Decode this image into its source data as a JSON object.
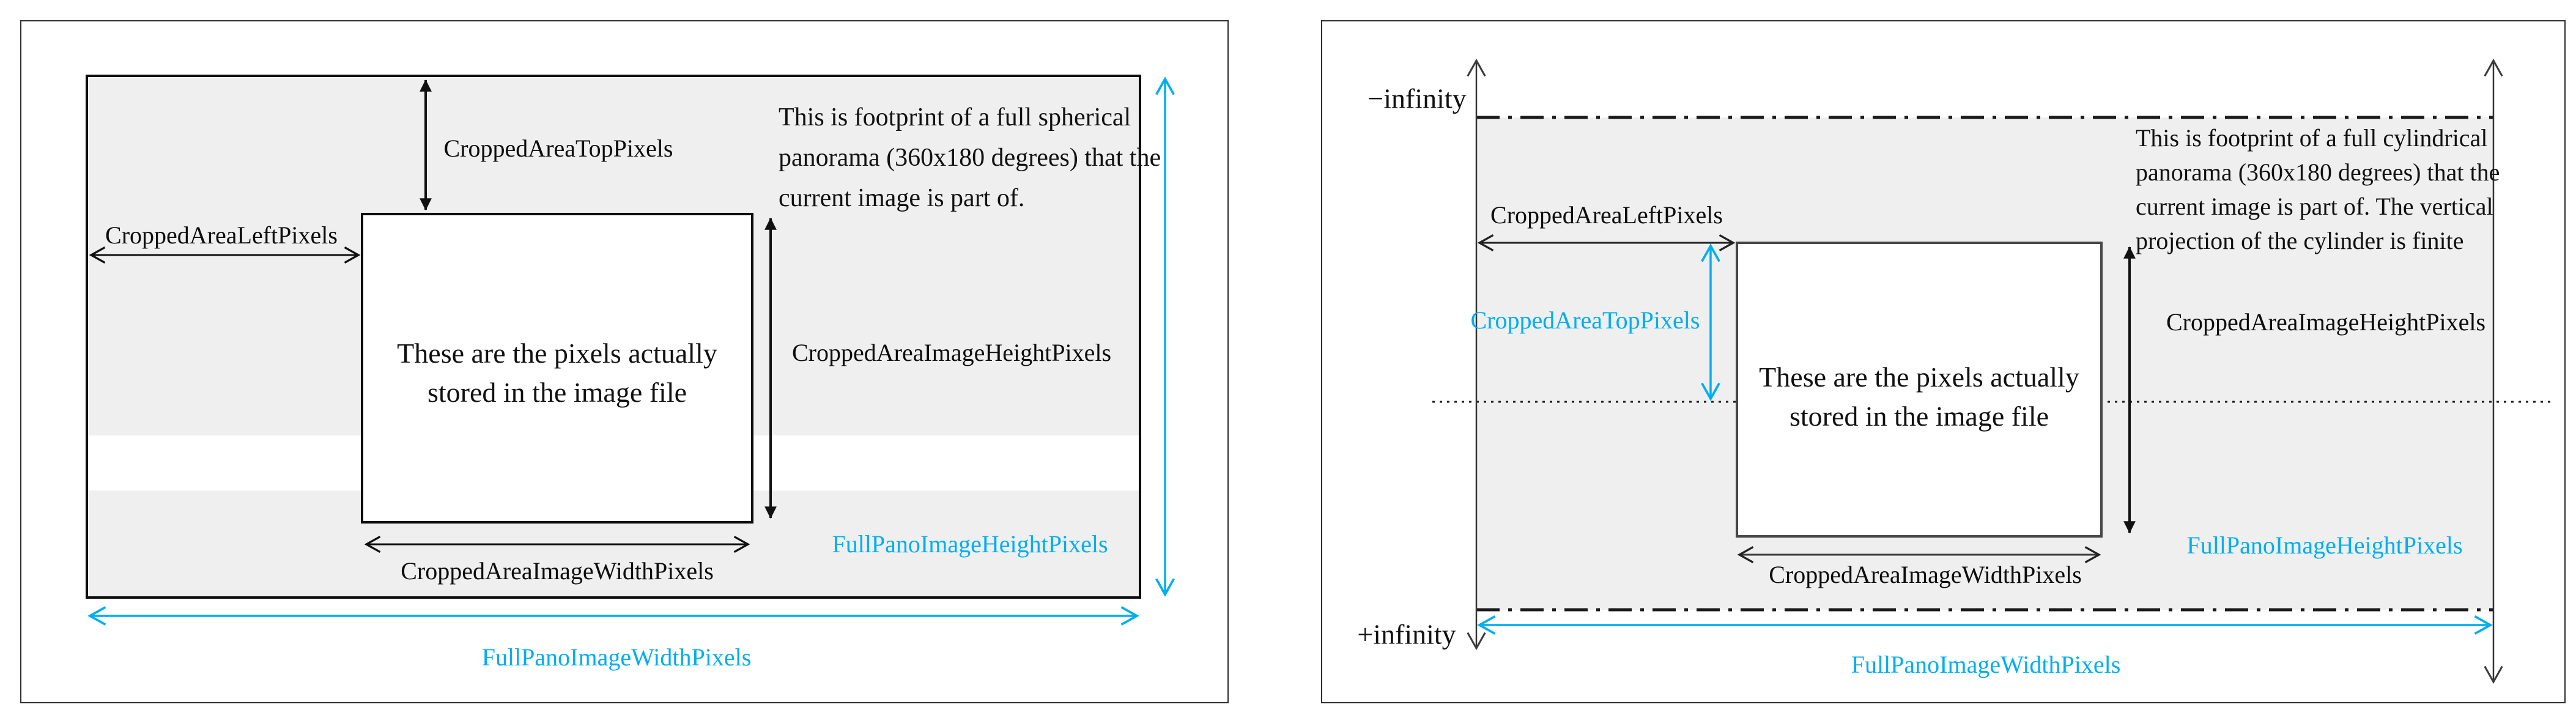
{
  "colors": {
    "accent_cyan": "#00AEEF",
    "footprint_gray": "#EFEFEF",
    "line_black": "#111111"
  },
  "panel_spherical": {
    "footprint_note_lines": [
      "This is footprint of a full spherical",
      "panorama (360x180 degrees) that the",
      "current image is part of."
    ],
    "inner_box_lines": [
      "These are the pixels actually",
      "stored in the image file"
    ],
    "labels": {
      "cropped_area_top": "CroppedAreaTopPixels",
      "cropped_area_left": "CroppedAreaLeftPixels",
      "cropped_area_height": "CroppedAreaImageHeightPixels",
      "cropped_area_width": "CroppedAreaImageWidthPixels",
      "full_pano_height": "FullPanoImageHeightPixels",
      "full_pano_width": "FullPanoImageWidthPixels"
    }
  },
  "panel_cylindrical": {
    "footprint_note_lines": [
      "This is footprint of a full cylindrical",
      "panorama (360x180 degrees) that the",
      "current image is part of. The vertical",
      "projection of the cylinder is finite"
    ],
    "inner_box_lines": [
      "These are the pixels actually",
      "stored in the image file"
    ],
    "labels": {
      "neg_infinity": "−infinity",
      "pos_infinity": "+infinity",
      "cropped_area_top": "CroppedAreaTopPixels",
      "cropped_area_left": "CroppedAreaLeftPixels",
      "cropped_area_height": "CroppedAreaImageHeightPixels",
      "cropped_area_width": "CroppedAreaImageWidthPixels",
      "full_pano_height": "FullPanoImageHeightPixels",
      "full_pano_width": "FullPanoImageWidthPixels"
    }
  }
}
